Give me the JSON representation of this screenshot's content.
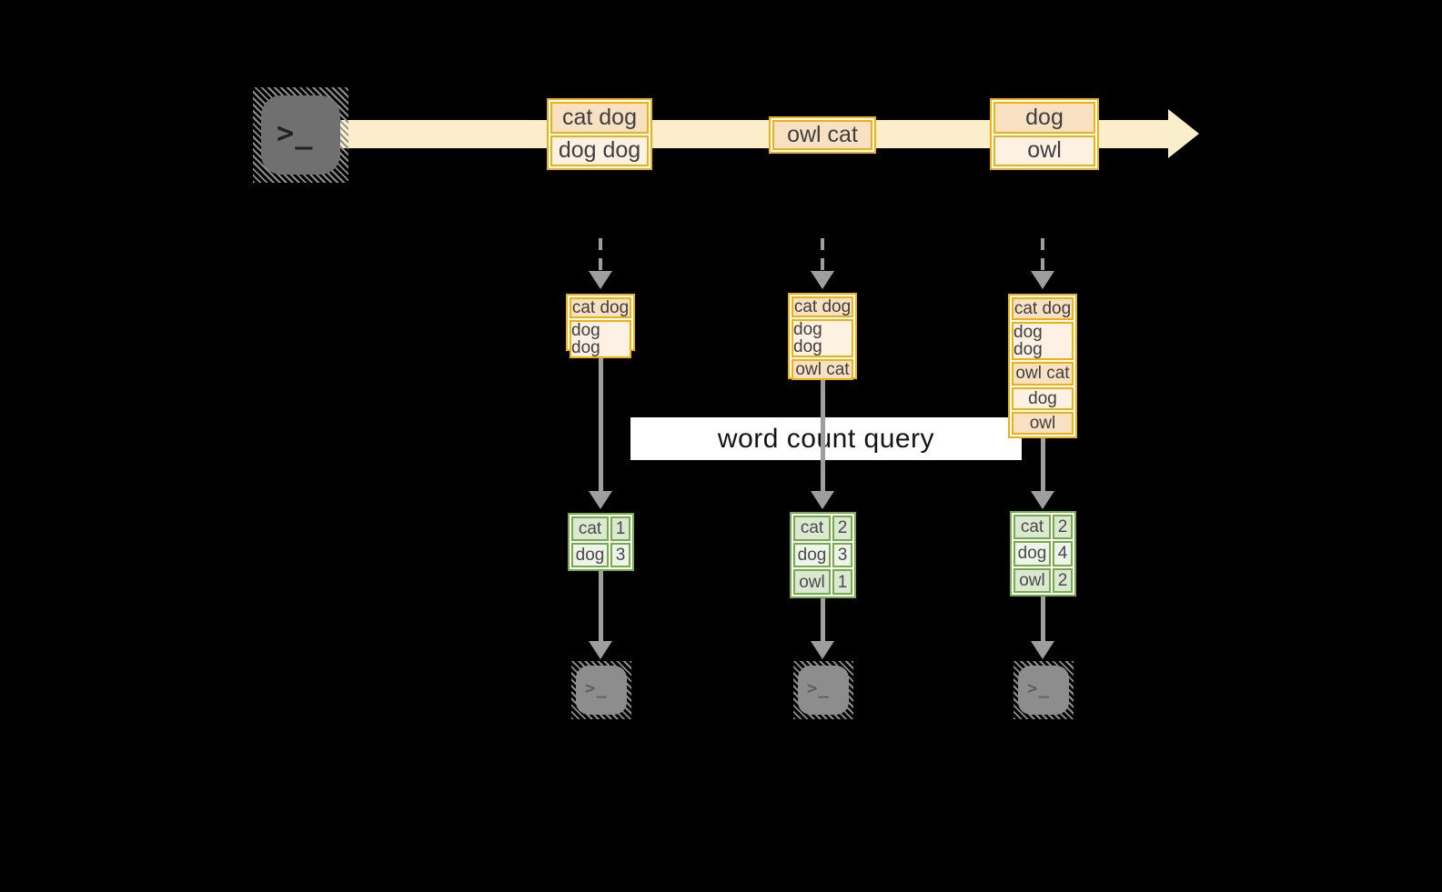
{
  "diagram": {
    "banner": {
      "label": "word count query"
    },
    "terminal": {
      "glyph": ">_"
    },
    "stream": {
      "records": [
        {
          "lines": [
            "cat dog",
            "dog dog"
          ]
        },
        {
          "lines": [
            "owl cat"
          ]
        },
        {
          "lines": [
            "dog",
            "owl"
          ]
        }
      ]
    },
    "columns": [
      {
        "buffer": [
          "cat dog",
          "dog dog"
        ],
        "counts": [
          {
            "word": "cat",
            "count": "1"
          },
          {
            "word": "dog",
            "count": "3"
          }
        ]
      },
      {
        "buffer": [
          "cat dog",
          "dog dog",
          "owl cat"
        ],
        "counts": [
          {
            "word": "cat",
            "count": "2"
          },
          {
            "word": "dog",
            "count": "3"
          },
          {
            "word": "owl",
            "count": "1"
          }
        ]
      },
      {
        "buffer": [
          "cat dog",
          "dog dog",
          "owl cat",
          "dog",
          "owl"
        ],
        "counts": [
          {
            "word": "cat",
            "count": "2"
          },
          {
            "word": "dog",
            "count": "4"
          },
          {
            "word": "owl",
            "count": "2"
          }
        ]
      }
    ],
    "colors": {
      "background": "#000000",
      "stream_band": "#FAEECB",
      "accent_orange": "#F0B010",
      "fill_peach": "#F8E0C2",
      "fill_cream": "#FDF1E3",
      "accent_green": "#74AD46",
      "fill_green": "#DCE9D2",
      "fill_green_light": "#EEF4E9",
      "arrow_gray": "#9E9E9E",
      "terminal_gray": "#707070",
      "terminal_gray_light": "#8D8D8D",
      "banner_bg": "#FFFFFF",
      "banner_text": "#141414",
      "cell_text": "#3F3F3F"
    }
  }
}
